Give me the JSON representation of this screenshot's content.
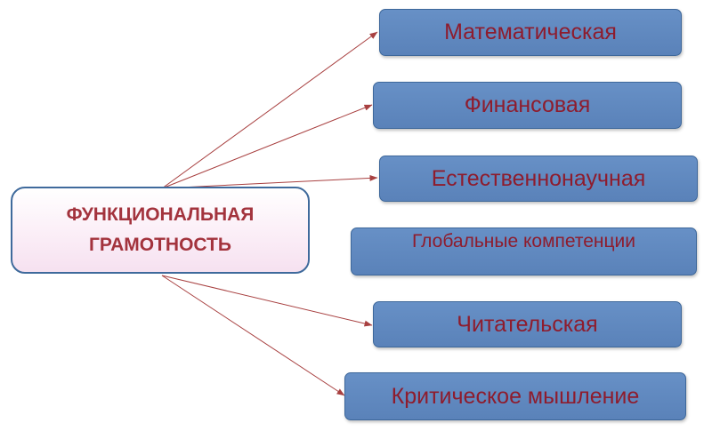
{
  "central": {
    "line1": "ФУНКЦИОНАЛЬНАЯ",
    "line2": "ГРАМОТНОСТЬ"
  },
  "branches": [
    {
      "label": "Математическая"
    },
    {
      "label": "Финансовая"
    },
    {
      "label": "Естественнонаучная"
    },
    {
      "label": "Глобальные компетенции"
    },
    {
      "label": "Читательская"
    },
    {
      "label": "Критическое мышление"
    }
  ],
  "colors": {
    "arrow": "#a84040",
    "branch_fill": "#5f87bd",
    "branch_text": "#8e1c2d",
    "central_border": "#3f6a9c",
    "central_text": "#a3333d"
  }
}
